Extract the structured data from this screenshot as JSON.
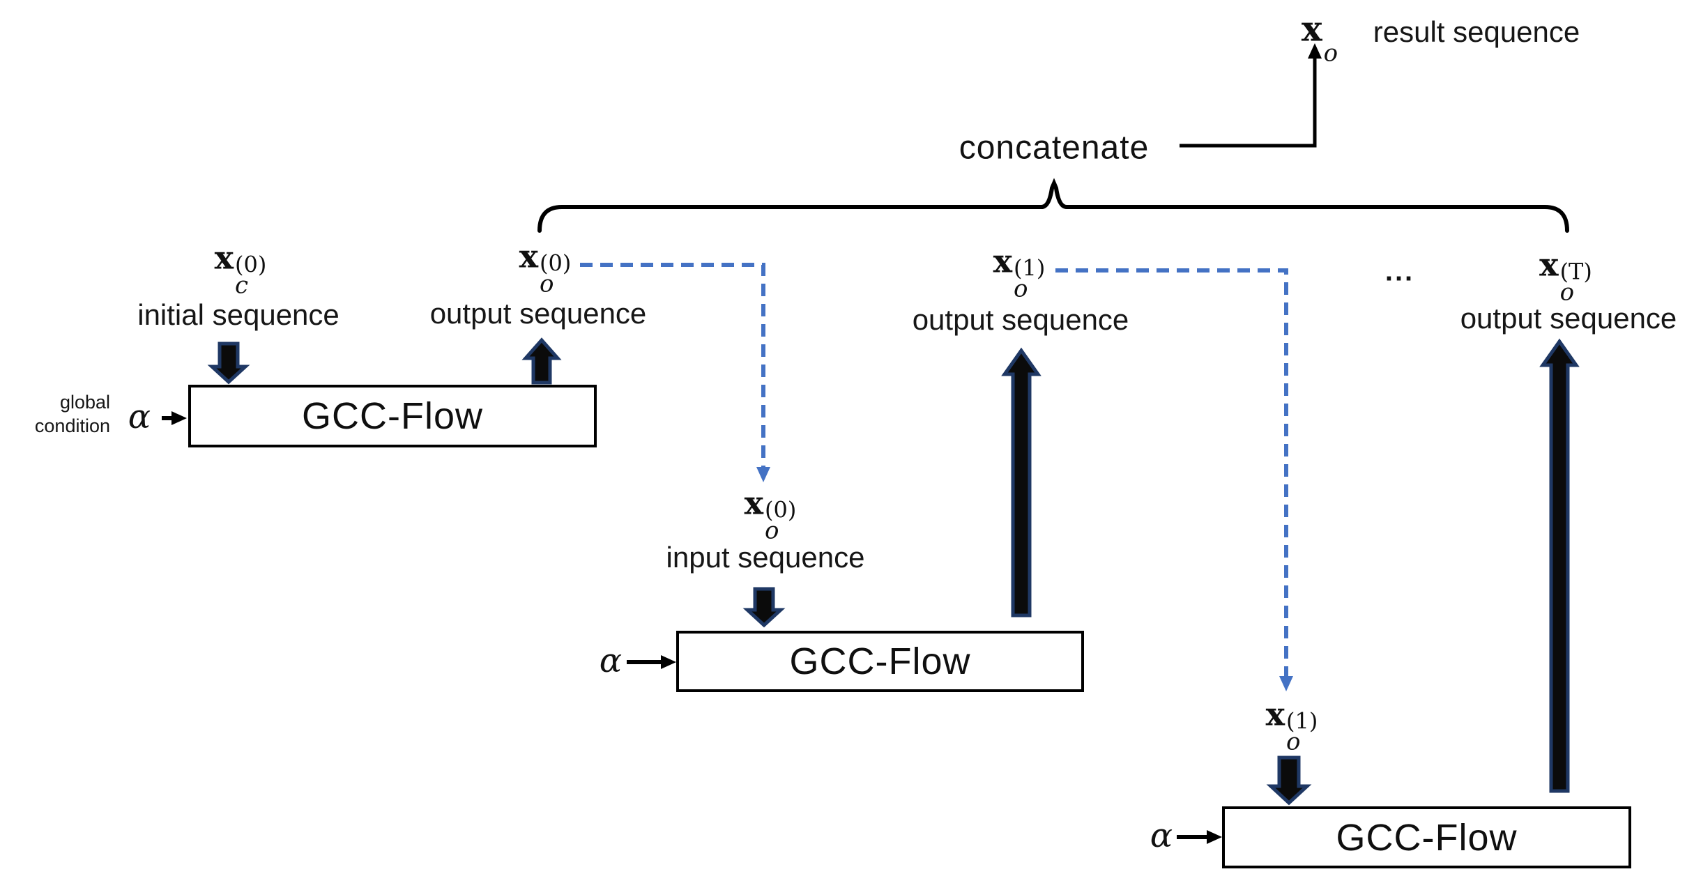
{
  "diagram": {
    "result": {
      "math": {
        "base": "x",
        "sub": "o",
        "sup": ""
      },
      "caption": "result sequence"
    },
    "concatenate": "concatenate",
    "ellipsis": "...",
    "initial": {
      "math": {
        "base": "x",
        "sub": "c",
        "sup": "(0)"
      },
      "caption": "initial sequence"
    },
    "outputs": [
      {
        "math": {
          "base": "x",
          "sub": "o",
          "sup": "(0)"
        },
        "caption": "output sequence"
      },
      {
        "math": {
          "base": "x",
          "sub": "o",
          "sup": "(1)"
        },
        "caption": "output sequence"
      },
      {
        "math": {
          "base": "x",
          "sub": "o",
          "sup": "(T)"
        },
        "caption": "output sequence"
      }
    ],
    "inputs": [
      {
        "math": {
          "base": "x",
          "sub": "o",
          "sup": "(0)"
        },
        "caption": "input sequence"
      },
      {
        "math": {
          "base": "x",
          "sub": "o",
          "sup": "(1)"
        },
        "caption": ""
      }
    ],
    "global_condition": {
      "line1": "global",
      "line2": "condition"
    },
    "alpha": "α",
    "blocks": [
      {
        "label": "GCC-Flow"
      },
      {
        "label": "GCC-Flow"
      },
      {
        "label": "GCC-Flow"
      }
    ],
    "colors": {
      "dashed_blue": "#4472c4",
      "arrow_outline": "#1f3864",
      "arrow_fill": "#0b0b0b",
      "line_black": "#000000"
    }
  }
}
